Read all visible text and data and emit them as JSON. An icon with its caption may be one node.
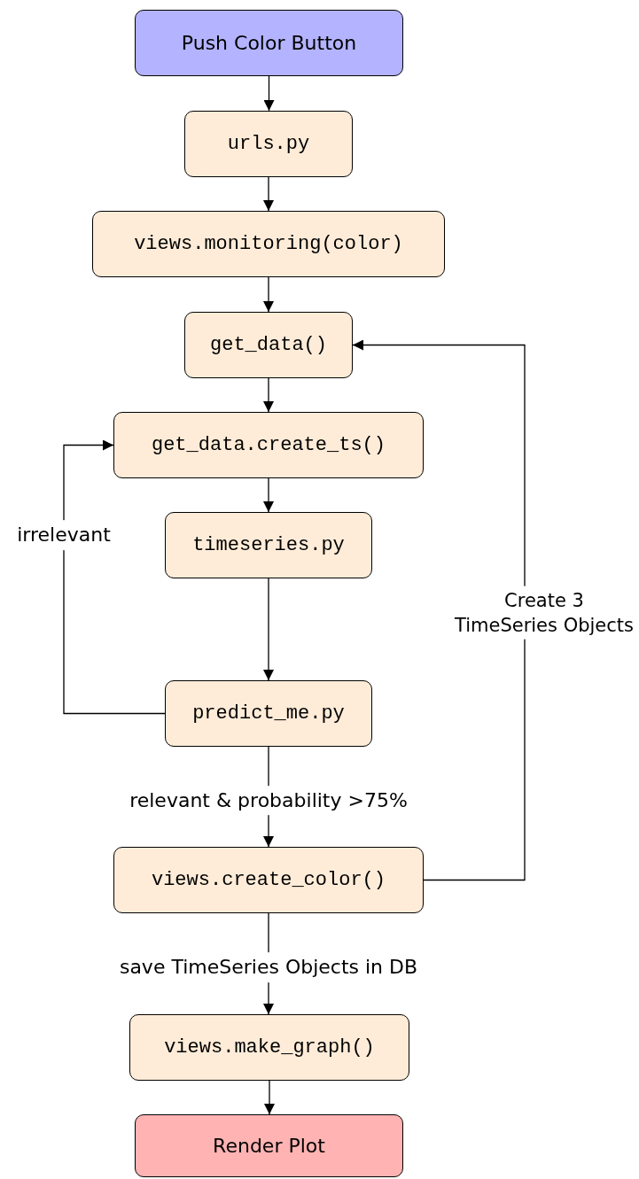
{
  "diagram": {
    "nodes": [
      {
        "text": [
          "Push Color Button"
        ]
      },
      {
        "text": [
          "urls.py"
        ]
      },
      {
        "text": [
          "views.monitoring(color)"
        ]
      },
      {
        "text": [
          "get_data()"
        ]
      },
      {
        "text": [
          "get_data.create_ts()"
        ]
      },
      {
        "text": [
          "timeseries.py"
        ]
      },
      {
        "text": [
          "predict_me.py"
        ]
      },
      {
        "text": [
          "views.create_color()"
        ]
      },
      {
        "text": [
          "views.make_graph()"
        ]
      },
      {
        "text": [
          "Render Plot"
        ]
      }
    ],
    "edges": [
      {
        "from": 0,
        "to": 1,
        "arrow": "to"
      },
      {
        "from": 1,
        "to": 2,
        "arrow": "to"
      },
      {
        "from": 2,
        "to": 3,
        "arrow": "to"
      },
      {
        "from": 3,
        "to": 4,
        "arrow": "to"
      },
      {
        "from": 4,
        "to": 5,
        "arrow": "to"
      },
      {
        "from": 5,
        "to": 6,
        "arrow": "to"
      },
      {
        "from": 6,
        "to": 7,
        "arrow": "to",
        "label": "relevant & probability >75%"
      },
      {
        "from": 7,
        "to": 8,
        "arrow": "to",
        "label": "save TimeSeries Objects in DB"
      },
      {
        "from": 8,
        "to": 9,
        "arrow": "to"
      },
      {
        "from": 6,
        "to": 4,
        "arrow": "to",
        "label": "irrelevant"
      },
      {
        "from": 7,
        "to": 3,
        "arrow": "to",
        "label": "Create 3 TimeSeries Objects"
      }
    ]
  }
}
